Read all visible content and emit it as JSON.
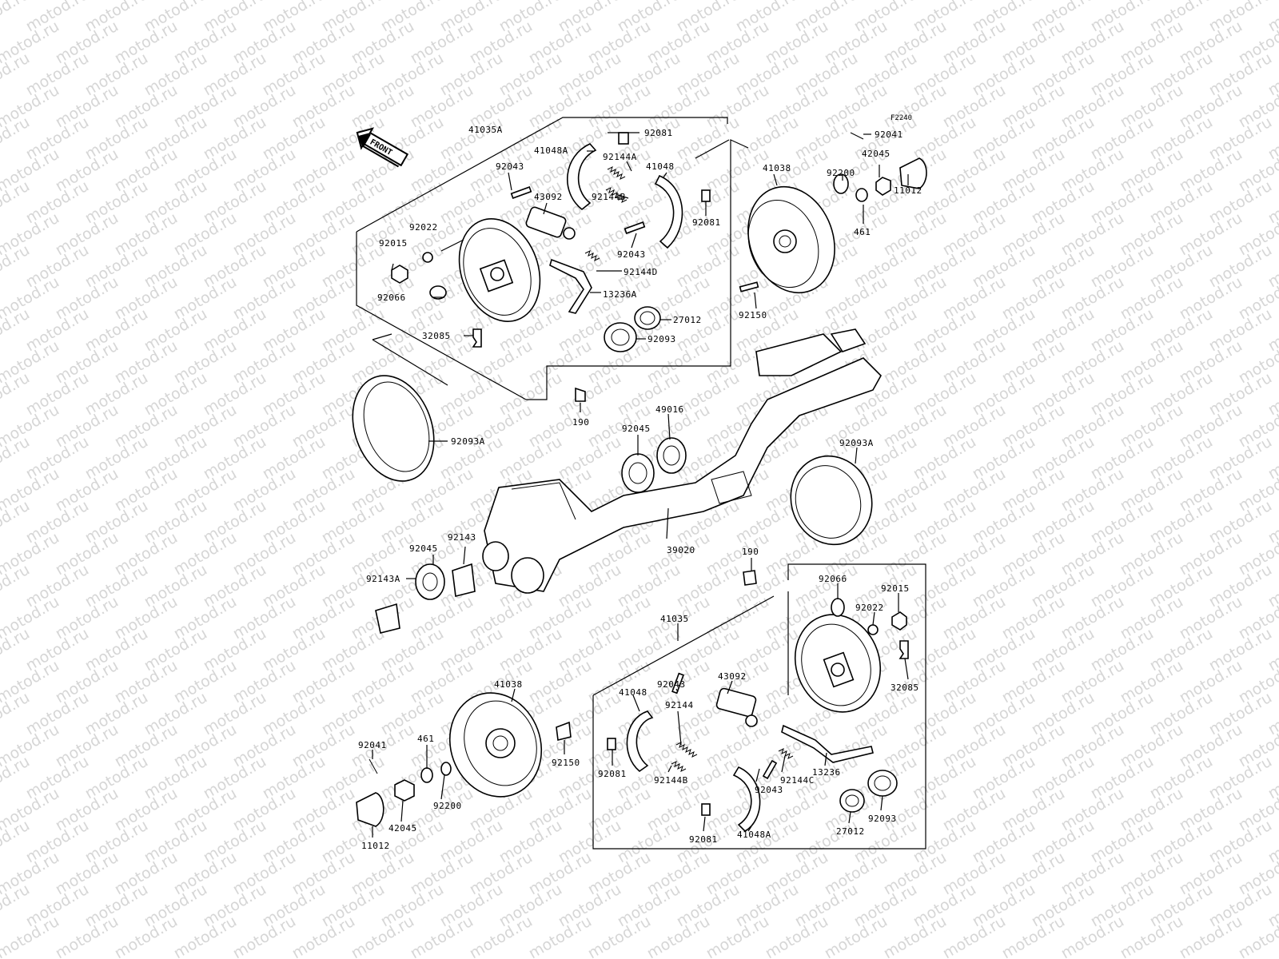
{
  "diagram_code": "F2240",
  "watermark": "motod.ru",
  "front_arrow_label": "FRONT",
  "labels": {
    "l41035A": "41035A",
    "l92081_a": "92081",
    "l41048A_a": "41048A",
    "l92144A": "92144A",
    "l92043_a": "92043",
    "l41048_a": "41048",
    "l43092_a": "43092",
    "l92022_a": "92022",
    "l92015_a": "92015",
    "l92144B_a": "92144B",
    "l92081_b": "92081",
    "l92043_b": "92043",
    "l92144D": "92144D",
    "l92066_a": "92066",
    "l13236A": "13236A",
    "l27012_a": "27012",
    "l32085_a": "32085",
    "l92093_a": "92093",
    "l92041_a": "92041",
    "l42045_a": "42045",
    "l41038_a": "41038",
    "l92200_a": "92200",
    "l11012_a": "11012",
    "l461_a": "461",
    "l92150_a": "92150",
    "l190_a": "190",
    "l49016": "49016",
    "l92045_a": "92045",
    "l92093A_a": "92093A",
    "l92093A_b": "92093A",
    "l92143": "92143",
    "l92045_b": "92045",
    "l92143A": "92143A",
    "l39020": "39020",
    "l190_b": "190",
    "l92066_b": "92066",
    "l92015_b": "92015",
    "l92022_b": "92022",
    "l41035": "41035",
    "l32085_b": "32085",
    "l41038_b": "41038",
    "l92043_c": "92043",
    "l43092_b": "43092",
    "l41048_b": "41048",
    "l92144": "92144",
    "l92150_b": "92150",
    "l92041_b": "92041",
    "l461_b": "461",
    "l92081_c": "92081",
    "l92144B_b": "92144B",
    "l92144C": "92144C",
    "l13236": "13236",
    "l92043_d": "92043",
    "l42045_b": "42045",
    "l92200_b": "92200",
    "l27012_b": "27012",
    "l92093_b": "92093",
    "l11012_b": "11012",
    "l92081_d": "92081",
    "l41048A_b": "41048A"
  }
}
